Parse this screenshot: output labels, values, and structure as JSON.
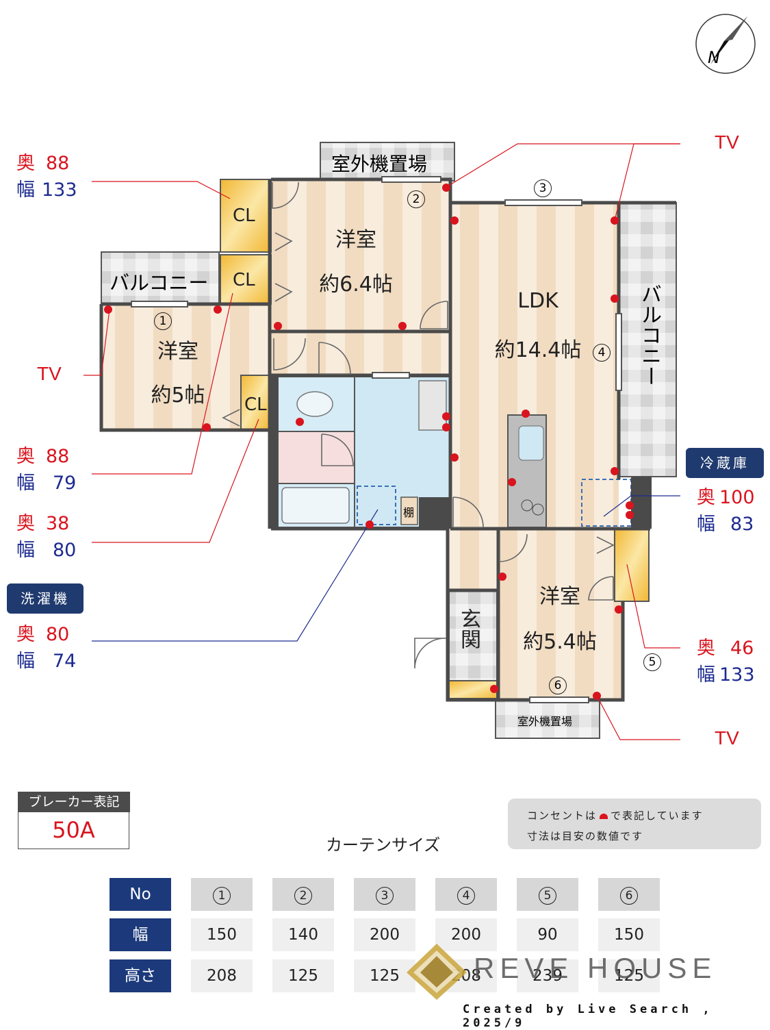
{
  "rooms": {
    "western1": {
      "name": "洋室",
      "size": "約6.4帖"
    },
    "western2": {
      "name": "洋室",
      "size": "約5帖"
    },
    "western3": {
      "name": "洋室",
      "size": "約5.4帖"
    },
    "ldk": {
      "name": "LDK",
      "size": "約14.4帖"
    },
    "entrance": "玄関",
    "balcony_left": "バルコニー",
    "balcony_right": "バルコニー",
    "outdoor_unit_top": "室外機置場",
    "outdoor_unit_bottom": "室外機置場",
    "closet": "CL",
    "shelf": "棚"
  },
  "window_markers": [
    "1",
    "2",
    "3",
    "4",
    "5",
    "6"
  ],
  "labels": {
    "tv": "TV",
    "depth": "奥",
    "width": "幅",
    "washing_machine": "洗濯機",
    "fridge": "冷蔵庫"
  },
  "callouts": [
    {
      "depth": "88",
      "width": "133"
    },
    {
      "depth": "88",
      "width": "79"
    },
    {
      "depth": "38",
      "width": "80"
    },
    {
      "depth": "80",
      "width": "74"
    },
    {
      "depth": "100",
      "width": "83"
    },
    {
      "depth": "46",
      "width": "133"
    }
  ],
  "breaker": {
    "title": "ブレーカー表記",
    "value": "50A"
  },
  "note": {
    "line1": "コンセントは",
    "line1b": "で表記しています",
    "line2": "寸法は目安の数値です"
  },
  "curtain": {
    "title": "カーテンサイズ",
    "row_labels": [
      "No",
      "幅",
      "高さ"
    ],
    "numbers": [
      "1",
      "2",
      "3",
      "4",
      "5",
      "6"
    ],
    "widths": [
      "150",
      "140",
      "200",
      "200",
      "90",
      "150"
    ],
    "heights": [
      "208",
      "125",
      "125",
      "208",
      "239",
      "125"
    ]
  },
  "compass_letter": "N",
  "logo": "REVE HOUSE",
  "credit": "Created by Live Search , 2025/9",
  "colors": {
    "outlet": "#d9141e",
    "navy": "#1c3a7b",
    "wall": "#4a4a4a",
    "closet": "#f5c342",
    "wet_area": "#cfe8f3"
  }
}
